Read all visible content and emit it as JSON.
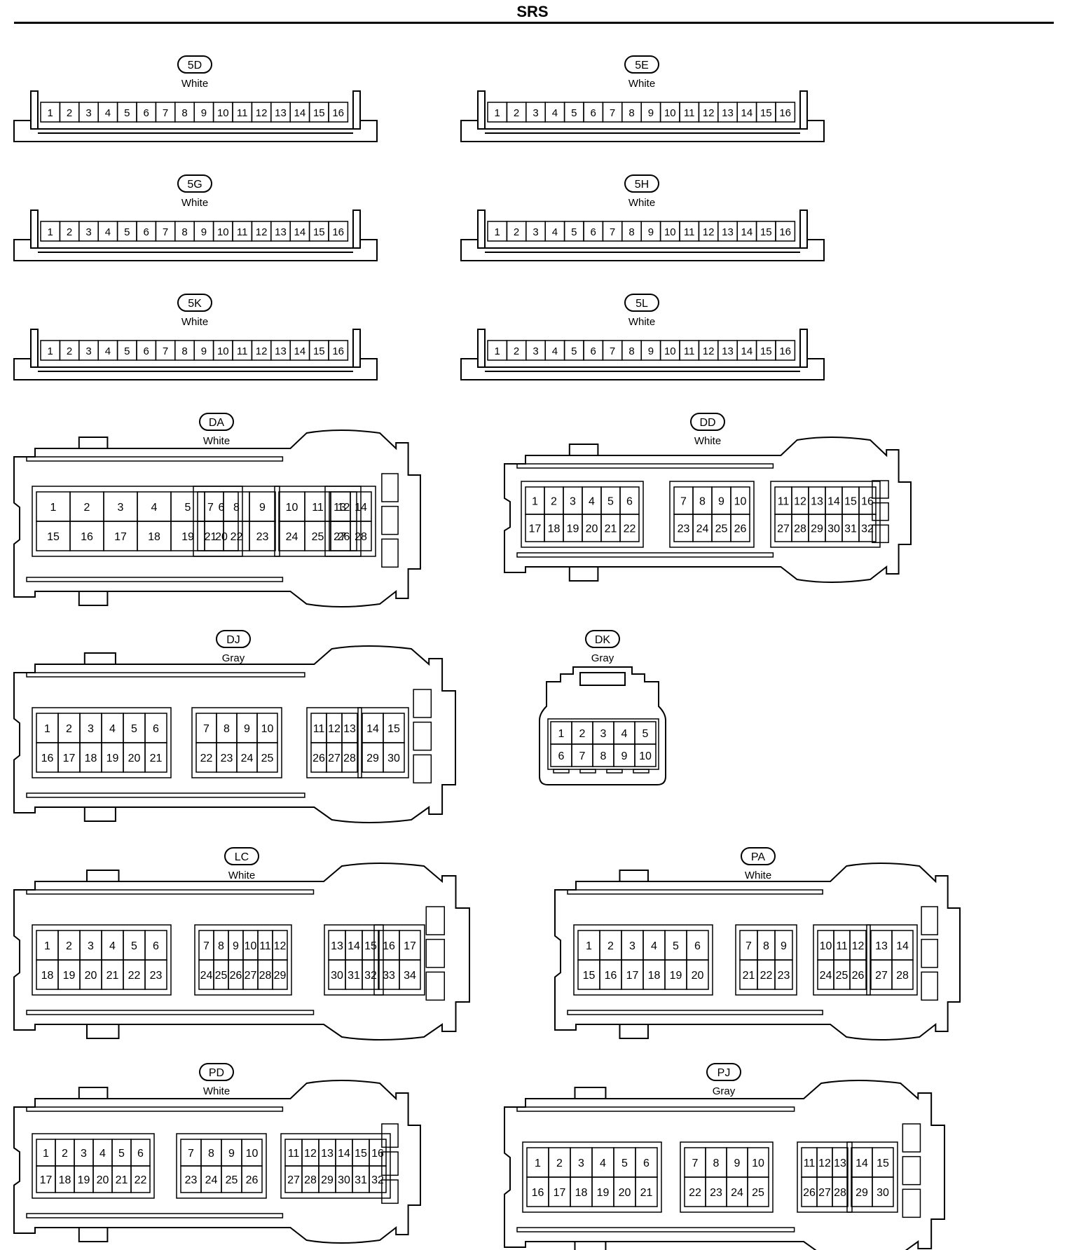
{
  "page": {
    "title": "SRS"
  },
  "connectors": [
    {
      "id": "5D",
      "color": "White",
      "kind": "strip",
      "pins": 16
    },
    {
      "id": "5E",
      "color": "White",
      "kind": "strip",
      "pins": 16
    },
    {
      "id": "5G",
      "color": "White",
      "kind": "strip",
      "pins": 16
    },
    {
      "id": "5H",
      "color": "White",
      "kind": "strip",
      "pins": 16
    },
    {
      "id": "5K",
      "color": "White",
      "kind": "strip",
      "pins": 16
    },
    {
      "id": "5L",
      "color": "White",
      "kind": "strip",
      "pins": 16
    },
    {
      "id": "DA",
      "color": "White",
      "kind": "block",
      "blocks": [
        {
          "cols": 6,
          "rows": [
            [
              1,
              2,
              3,
              4,
              5,
              6
            ],
            [
              15,
              16,
              17,
              18,
              19,
              20
            ]
          ]
        },
        {
          "cols": 3,
          "rows": [
            [
              7,
              8,
              9
            ],
            [
              21,
              22,
              23
            ]
          ]
        },
        {
          "cols": 3,
          "rows": [
            [
              10,
              11,
              12
            ],
            [
              24,
              25,
              26
            ]
          ]
        },
        {
          "cols": 2,
          "rows": [
            [
              13,
              14
            ],
            [
              27,
              28
            ]
          ]
        }
      ]
    },
    {
      "id": "DD",
      "color": "White",
      "kind": "block",
      "blocks": [
        {
          "cols": 6,
          "rows": [
            [
              1,
              2,
              3,
              4,
              5,
              6
            ],
            [
              17,
              18,
              19,
              20,
              21,
              22
            ]
          ]
        },
        {
          "cols": 4,
          "rows": [
            [
              7,
              8,
              9,
              10
            ],
            [
              23,
              24,
              25,
              26
            ]
          ]
        },
        {
          "cols": 6,
          "rows": [
            [
              11,
              12,
              13,
              14,
              15,
              16
            ],
            [
              27,
              28,
              29,
              30,
              31,
              32
            ]
          ]
        }
      ]
    },
    {
      "id": "DJ",
      "color": "Gray",
      "kind": "block",
      "blocks": [
        {
          "cols": 6,
          "rows": [
            [
              1,
              2,
              3,
              4,
              5,
              6
            ],
            [
              16,
              17,
              18,
              19,
              20,
              21
            ]
          ]
        },
        {
          "cols": 4,
          "rows": [
            [
              7,
              8,
              9,
              10
            ],
            [
              22,
              23,
              24,
              25
            ]
          ]
        },
        {
          "cols": 3,
          "rows": [
            [
              11,
              12,
              13
            ],
            [
              26,
              27,
              28
            ]
          ]
        },
        {
          "cols": 2,
          "rows": [
            [
              14,
              15
            ],
            [
              29,
              30
            ]
          ]
        }
      ]
    },
    {
      "id": "DK",
      "color": "Gray",
      "kind": "small",
      "blocks": [
        {
          "cols": 5,
          "rows": [
            [
              1,
              2,
              3,
              4,
              5
            ],
            [
              6,
              7,
              8,
              9,
              10
            ]
          ]
        }
      ]
    },
    {
      "id": "LC",
      "color": "White",
      "kind": "block",
      "blocks": [
        {
          "cols": 6,
          "rows": [
            [
              1,
              2,
              3,
              4,
              5,
              6
            ],
            [
              18,
              19,
              20,
              21,
              22,
              23
            ]
          ]
        },
        {
          "cols": 6,
          "rows": [
            [
              7,
              8,
              9,
              10,
              11,
              12
            ],
            [
              24,
              25,
              26,
              27,
              28,
              29
            ]
          ]
        },
        {
          "cols": 3,
          "rows": [
            [
              13,
              14,
              15
            ],
            [
              30,
              31,
              32
            ]
          ]
        },
        {
          "cols": 2,
          "rows": [
            [
              16,
              17
            ],
            [
              33,
              34
            ]
          ]
        }
      ]
    },
    {
      "id": "PA",
      "color": "White",
      "kind": "block",
      "blocks": [
        {
          "cols": 6,
          "rows": [
            [
              1,
              2,
              3,
              4,
              5,
              6
            ],
            [
              15,
              16,
              17,
              18,
              19,
              20
            ]
          ]
        },
        {
          "cols": 3,
          "rows": [
            [
              7,
              8,
              9
            ],
            [
              21,
              22,
              23
            ]
          ]
        },
        {
          "cols": 3,
          "rows": [
            [
              10,
              11,
              12
            ],
            [
              24,
              25,
              26
            ]
          ]
        },
        {
          "cols": 2,
          "rows": [
            [
              13,
              14
            ],
            [
              27,
              28
            ]
          ]
        }
      ]
    },
    {
      "id": "PD",
      "color": "White",
      "kind": "block",
      "blocks": [
        {
          "cols": 6,
          "rows": [
            [
              1,
              2,
              3,
              4,
              5,
              6
            ],
            [
              17,
              18,
              19,
              20,
              21,
              22
            ]
          ]
        },
        {
          "cols": 4,
          "rows": [
            [
              7,
              8,
              9,
              10
            ],
            [
              23,
              24,
              25,
              26
            ]
          ]
        },
        {
          "cols": 6,
          "rows": [
            [
              11,
              12,
              13,
              14,
              15,
              16
            ],
            [
              27,
              28,
              29,
              30,
              31,
              32
            ]
          ]
        }
      ]
    },
    {
      "id": "PJ",
      "color": "Gray",
      "kind": "block",
      "blocks": [
        {
          "cols": 6,
          "rows": [
            [
              1,
              2,
              3,
              4,
              5,
              6
            ],
            [
              16,
              17,
              18,
              19,
              20,
              21
            ]
          ]
        },
        {
          "cols": 4,
          "rows": [
            [
              7,
              8,
              9,
              10
            ],
            [
              22,
              23,
              24,
              25
            ]
          ]
        },
        {
          "cols": 3,
          "rows": [
            [
              11,
              12,
              13
            ],
            [
              26,
              27,
              28
            ]
          ]
        },
        {
          "cols": 2,
          "rows": [
            [
              14,
              15
            ],
            [
              29,
              30
            ]
          ]
        }
      ]
    }
  ]
}
